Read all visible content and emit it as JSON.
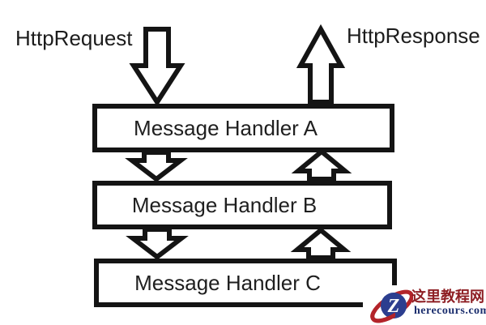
{
  "diagram": {
    "request_label": "HttpRequest",
    "response_label": "HttpResponse",
    "handlers": [
      {
        "label": "Message Handler A"
      },
      {
        "label": "Message Handler B"
      },
      {
        "label": "Message Handler C"
      }
    ],
    "ink_color": "#141414",
    "background": "#ffffff"
  },
  "watermark": {
    "logo_letter": "Z",
    "site_name": "这里教程网",
    "site_url": "herecours.com",
    "colors": {
      "orbit_red": "#b3242a",
      "circle_blue": "#2c3e8f",
      "letter_white": "#ffffff",
      "site_name_red": "#8e1f24",
      "site_url_blue": "#1b2e6e"
    }
  }
}
